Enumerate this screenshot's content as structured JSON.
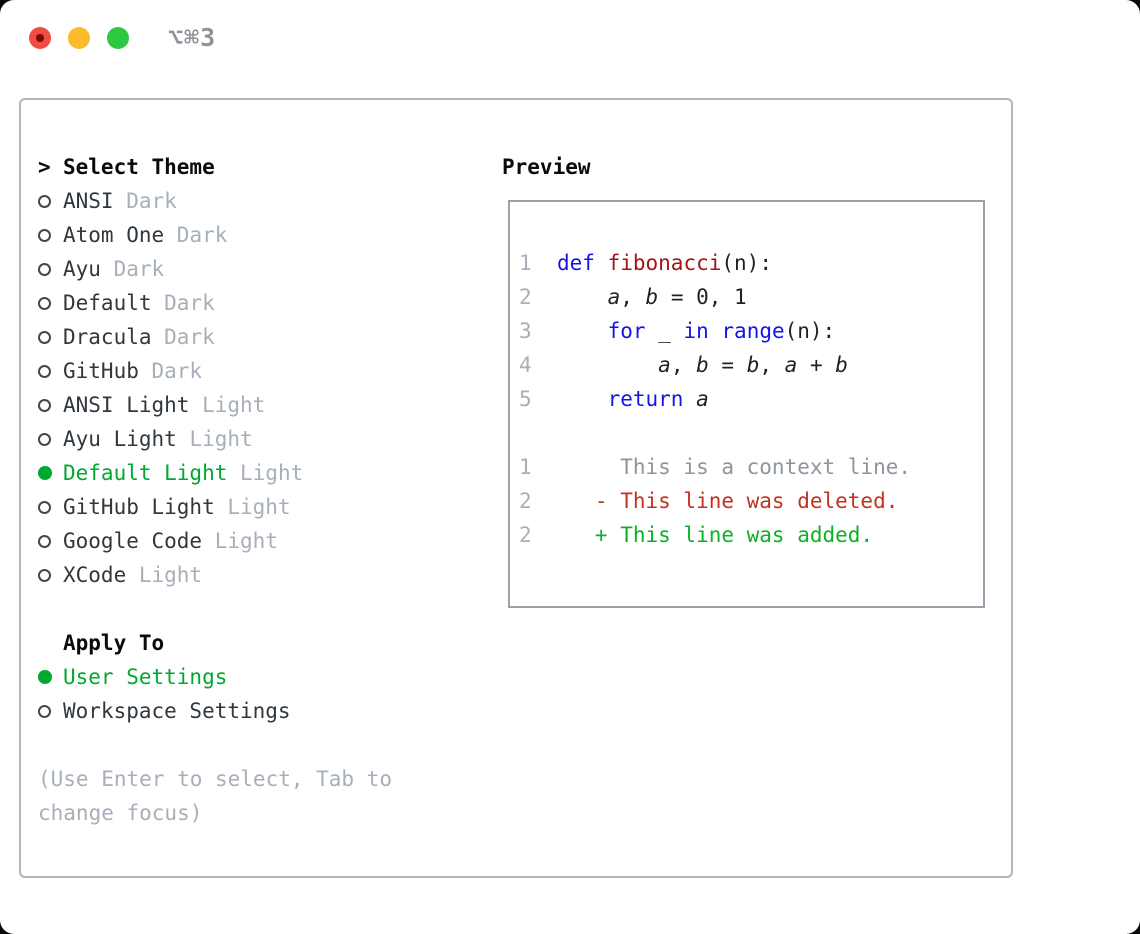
{
  "window": {
    "title": "⌥⌘3",
    "traffic_lights": [
      "close",
      "minimize",
      "zoom"
    ]
  },
  "theme_selector": {
    "header_marker": ">",
    "header": "Select Theme",
    "items": [
      {
        "name": "ANSI",
        "variant": "Dark",
        "selected": false
      },
      {
        "name": "Atom One",
        "variant": "Dark",
        "selected": false
      },
      {
        "name": "Ayu",
        "variant": "Dark",
        "selected": false
      },
      {
        "name": "Default",
        "variant": "Dark",
        "selected": false
      },
      {
        "name": "Dracula",
        "variant": "Dark",
        "selected": false
      },
      {
        "name": "GitHub",
        "variant": "Dark",
        "selected": false
      },
      {
        "name": "ANSI Light",
        "variant": "Light",
        "selected": false
      },
      {
        "name": "Ayu Light",
        "variant": "Light",
        "selected": false
      },
      {
        "name": "Default Light",
        "variant": "Light",
        "selected": true
      },
      {
        "name": "GitHub Light",
        "variant": "Light",
        "selected": false
      },
      {
        "name": "Google Code",
        "variant": "Light",
        "selected": false
      },
      {
        "name": "XCode",
        "variant": "Light",
        "selected": false
      }
    ]
  },
  "apply_to": {
    "header": "Apply To",
    "options": [
      {
        "label": "User Settings",
        "selected": true
      },
      {
        "label": "Workspace Settings",
        "selected": false
      }
    ]
  },
  "footer_hint": "(Use Enter to select, Tab to change focus)",
  "preview": {
    "label": "Preview",
    "lines": [
      {
        "no": "1",
        "segs": [
          {
            "t": "def",
            "s": "kw"
          },
          {
            "t": " ",
            "s": "p"
          },
          {
            "t": "fibonacci",
            "s": "fn"
          },
          {
            "t": "(n):",
            "s": "p"
          }
        ]
      },
      {
        "no": "2",
        "segs": [
          {
            "t": "    ",
            "s": "p"
          },
          {
            "t": "a",
            "s": "v"
          },
          {
            "t": ", ",
            "s": "p"
          },
          {
            "t": "b",
            "s": "v"
          },
          {
            "t": " = 0, 1",
            "s": "p"
          }
        ]
      },
      {
        "no": "3",
        "segs": [
          {
            "t": "    ",
            "s": "p"
          },
          {
            "t": "for",
            "s": "kw"
          },
          {
            "t": " _ ",
            "s": "p"
          },
          {
            "t": "in",
            "s": "kw"
          },
          {
            "t": " ",
            "s": "p"
          },
          {
            "t": "range",
            "s": "kw"
          },
          {
            "t": "(n):",
            "s": "p"
          }
        ]
      },
      {
        "no": "4",
        "segs": [
          {
            "t": "        ",
            "s": "p"
          },
          {
            "t": "a",
            "s": "v"
          },
          {
            "t": ", ",
            "s": "p"
          },
          {
            "t": "b",
            "s": "v"
          },
          {
            "t": " = ",
            "s": "p"
          },
          {
            "t": "b",
            "s": "v"
          },
          {
            "t": ", ",
            "s": "p"
          },
          {
            "t": "a",
            "s": "v"
          },
          {
            "t": " + ",
            "s": "p"
          },
          {
            "t": "b",
            "s": "v"
          }
        ]
      },
      {
        "no": "5",
        "segs": [
          {
            "t": "    ",
            "s": "p"
          },
          {
            "t": "return",
            "s": "kw"
          },
          {
            "t": " ",
            "s": "p"
          },
          {
            "t": "a",
            "s": "v"
          }
        ]
      },
      {
        "no": "",
        "segs": []
      },
      {
        "no": "1",
        "segs": [
          {
            "t": "     This is a context line.",
            "s": "ctx"
          }
        ]
      },
      {
        "no": "2",
        "segs": [
          {
            "t": "   - This line was deleted.",
            "s": "del"
          }
        ]
      },
      {
        "no": "2",
        "segs": [
          {
            "t": "   + This line was added.",
            "s": "add"
          }
        ]
      }
    ]
  },
  "colors": {
    "accent_green": "#00a832",
    "keyword_blue": "#1414e8",
    "function_red": "#a31515",
    "diff_deleted": "#c2331f",
    "diff_added": "#0ab224",
    "muted_gray": "#a6afba",
    "panel_border": "#b0b7bf",
    "preview_border": "#99a1aa",
    "traffic_red": "#f04c42",
    "traffic_yellow": "#fcbb2d",
    "traffic_green": "#2bc840"
  }
}
